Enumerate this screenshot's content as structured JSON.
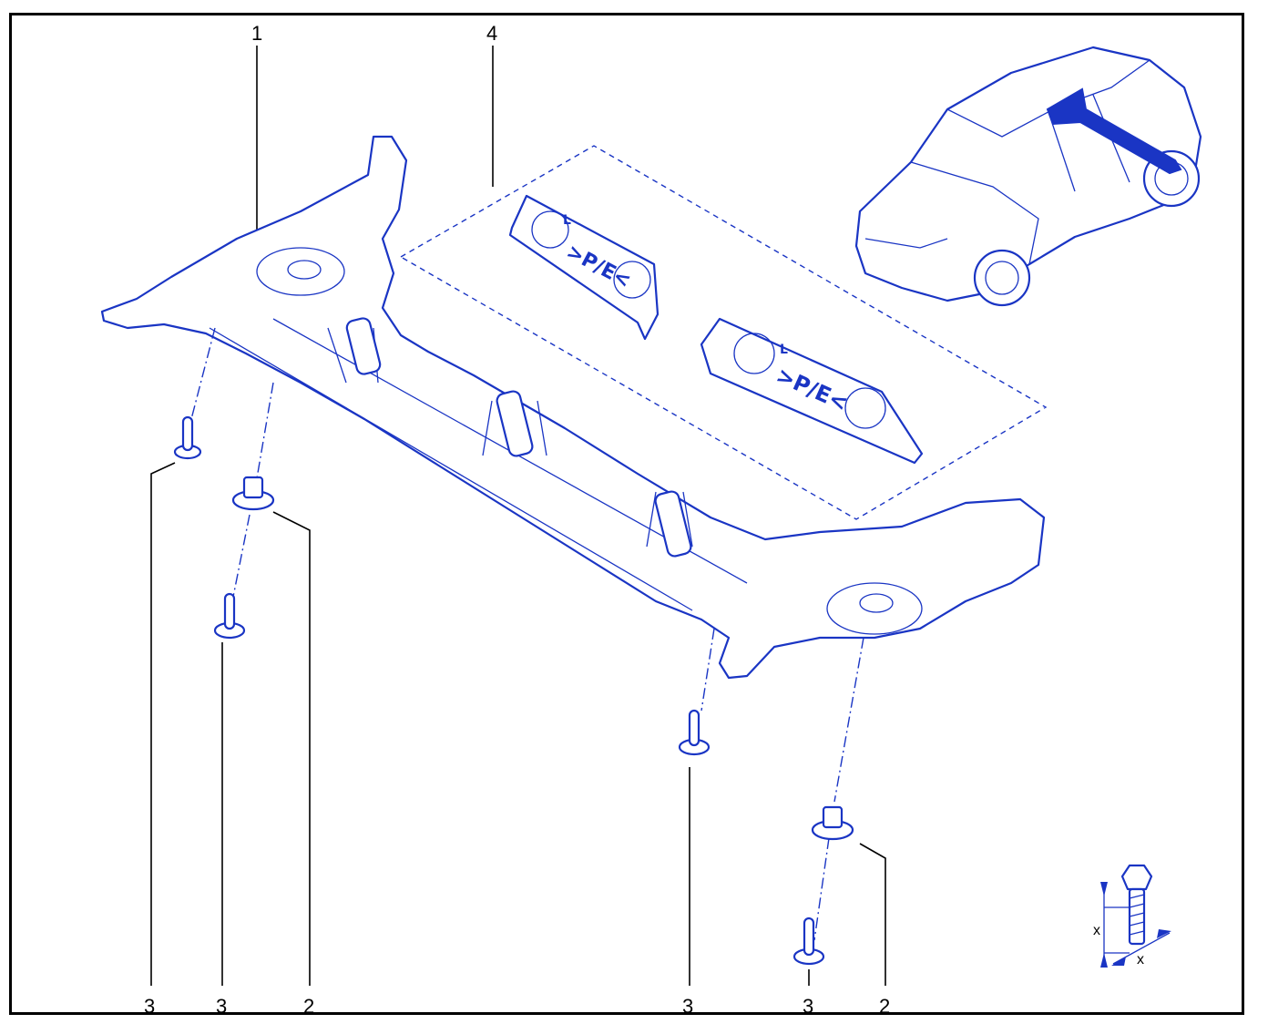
{
  "callouts": {
    "top_1": "1",
    "top_4": "4",
    "bottom": [
      "3",
      "3",
      "2",
      "3",
      "3",
      "2"
    ]
  },
  "plate": {
    "marking": ">P/E<",
    "letter": "L"
  },
  "symbol": {
    "x_label_1": "x",
    "x_label_2": "x"
  },
  "colors": {
    "part_line": "#1a35c4",
    "leader": "#000000",
    "frame": "#000000"
  }
}
